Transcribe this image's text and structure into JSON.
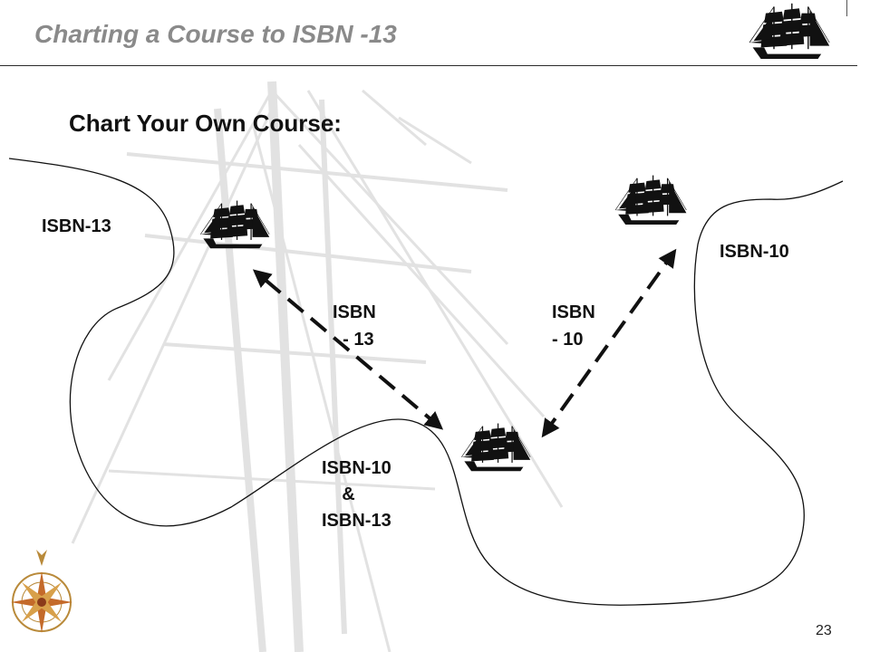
{
  "slide": {
    "title": "Charting a Course to ISBN -13",
    "subtitle": "Chart Your Own Course:",
    "page_number": "23"
  },
  "labels": {
    "isbn13_shore": "ISBN-13",
    "isbn10_shore": "ISBN-10",
    "route_left": [
      "ISBN",
      "  - 13"
    ],
    "route_right": [
      "ISBN",
      "- 10"
    ],
    "both": [
      "ISBN-10",
      "    &",
      "ISBN-13"
    ]
  },
  "colors": {
    "title": "#8a8a8a",
    "text": "#111111",
    "ship": "#111111",
    "background_art": "#d9d9d9"
  },
  "icons": {
    "ships": [
      "sailing-ship-icon",
      "sailing-ship-icon",
      "sailing-ship-icon",
      "sailing-ship-icon"
    ],
    "compass": "compass-rose-icon"
  }
}
